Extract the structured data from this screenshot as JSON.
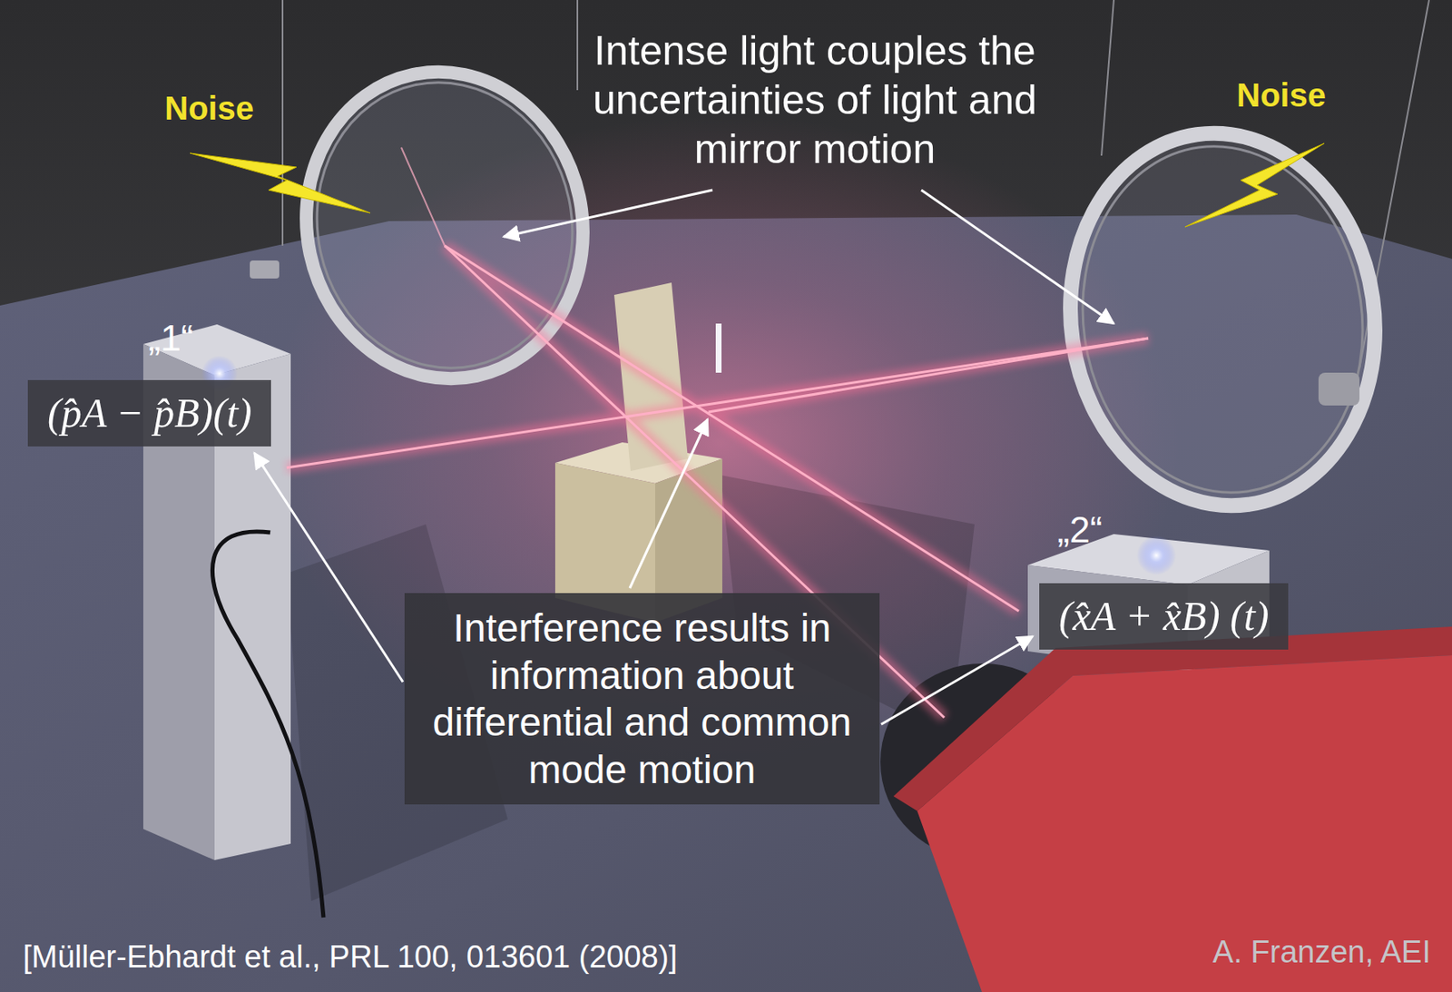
{
  "diagram": {
    "nodes": [
      {
        "text": [
          "„1“",
          "(p̂A − p̂B)(t)"
        ]
      },
      {
        "text": [
          "Interference results in information about differential and common mode motion"
        ]
      },
      {
        "text": [
          "„2“",
          "(x̂A + x̂B) (t)"
        ]
      }
    ],
    "edges": [
      {
        "from": 1,
        "to": 0,
        "arrow": "to"
      },
      {
        "from": 1,
        "to": 2,
        "arrow": "to"
      }
    ],
    "labels": [
      "Intense light couples the uncertainties of light and mirror motion",
      "Noise",
      "Noise",
      "[Müller-Ebhardt et al., PRL 100, 013601 (2008)]",
      "A. Franzen, AEI"
    ]
  }
}
